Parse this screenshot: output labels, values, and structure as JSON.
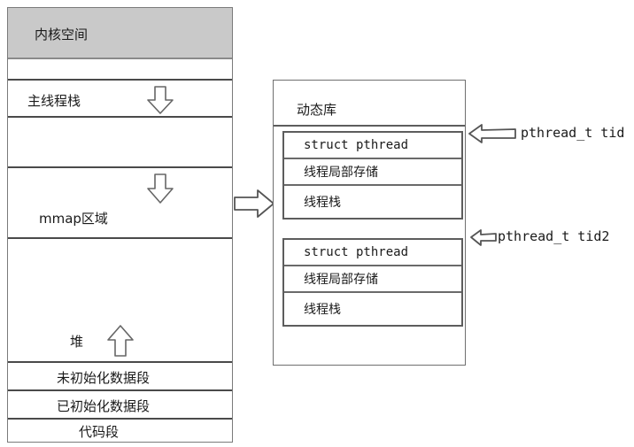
{
  "diagram": {
    "title": "Linux process virtual memory layout with pthread structures",
    "process_column": {
      "name": "process-address-space",
      "segments": [
        {
          "label": "内核空间",
          "name": "kernel-space",
          "shaded": true,
          "arrow": "none",
          "align": "left"
        },
        {
          "label": "",
          "name": "gap-segment-1",
          "shaded": false,
          "arrow": "none",
          "align": "left"
        },
        {
          "label": "主线程栈",
          "name": "main-thread-stack",
          "shaded": false,
          "arrow": "down",
          "align": "left"
        },
        {
          "label": "",
          "name": "gap-segment-2",
          "shaded": false,
          "arrow": "none",
          "align": "left"
        },
        {
          "label": "mmap区域",
          "name": "mmap-region",
          "shaded": false,
          "arrow": "down",
          "align": "left"
        },
        {
          "label": "堆",
          "name": "heap",
          "shaded": false,
          "arrow": "up",
          "align": "center"
        },
        {
          "label": "未初始化数据段",
          "name": "bss-segment",
          "shaded": false,
          "arrow": "none",
          "align": "center"
        },
        {
          "label": "已初始化数据段",
          "name": "data-segment",
          "shaded": false,
          "arrow": "none",
          "align": "center"
        },
        {
          "label": "代码段",
          "name": "text-segment",
          "shaded": false,
          "arrow": "none",
          "align": "center"
        }
      ]
    },
    "connector_arrow": {
      "name": "mmap-to-dynlib-arrow",
      "direction": "right"
    },
    "dynamic_library": {
      "title": "动态库",
      "name": "dynamic-library-box",
      "thread_blocks": [
        {
          "name": "thread-block-1",
          "rows": [
            {
              "label": "struct pthread",
              "mono": true,
              "name": "struct-pthread-row"
            },
            {
              "label": "线程局部存储",
              "mono": false,
              "name": "thread-local-storage-row"
            },
            {
              "label": "线程栈",
              "mono": false,
              "name": "thread-stack-row"
            }
          ]
        },
        {
          "name": "thread-block-2",
          "rows": [
            {
              "label": "struct pthread",
              "mono": true,
              "name": "struct-pthread-row"
            },
            {
              "label": "线程局部存储",
              "mono": false,
              "name": "thread-local-storage-row"
            },
            {
              "label": "线程栈",
              "mono": false,
              "name": "thread-stack-row"
            }
          ]
        }
      ]
    },
    "callouts": [
      {
        "label": "pthread_t tid",
        "name": "callout-tid"
      },
      {
        "label": "pthread_t tid2",
        "name": "callout-tid2"
      }
    ]
  },
  "colors": {
    "kernel_fill": "#c9c9c9",
    "border": "#5d5d5d",
    "text": "#1a1a1a",
    "background": "#ffffff"
  }
}
